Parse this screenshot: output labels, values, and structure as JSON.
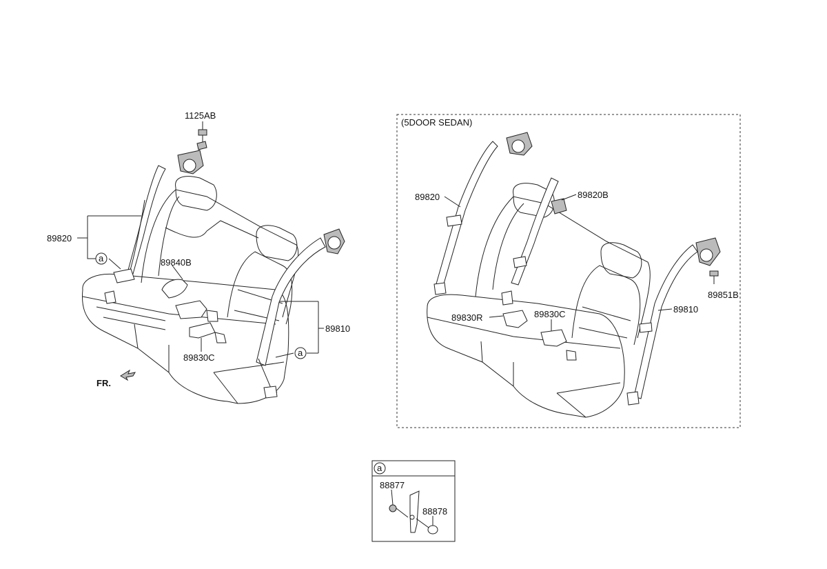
{
  "diagram": {
    "left": {
      "labels": {
        "bolt_top": "1125AB",
        "belt_left": "89820",
        "buckle_left": "89840B",
        "belt_right": "89810",
        "buckle_center": "89830C",
        "ref_a": "a",
        "ref_a2": "a",
        "front": "FR."
      }
    },
    "right": {
      "title": "(5DOOR SEDAN)",
      "labels": {
        "belt_left": "89820",
        "belt_center": "89820B",
        "bolt": "89851B",
        "belt_right": "89810",
        "buckle_r": "89830R",
        "buckle_c": "89830C"
      }
    },
    "detail": {
      "ref": "a",
      "labels": {
        "part1": "88877",
        "part2": "88878"
      }
    }
  }
}
